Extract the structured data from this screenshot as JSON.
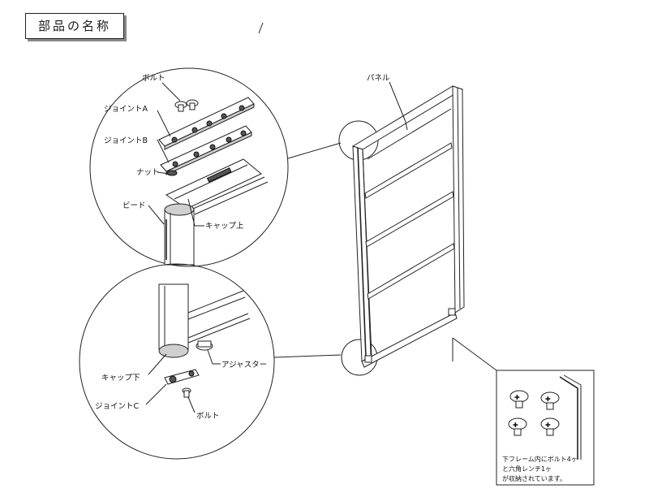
{
  "title": "部品の名称",
  "labels": {
    "bolt_top": "ボルト",
    "joint_a": "ジョイントA",
    "joint_b": "ジョイントB",
    "nut": "ナット",
    "bead": "ビード",
    "cap_top": "キャップ上",
    "panel": "パネル",
    "cap_bottom": "キャップ下",
    "adjuster": "アジャスター",
    "joint_c": "ジョイントC",
    "bolt_bottom": "ボルト"
  },
  "note_lines": [
    "下フレーム内にボルト4ヶ",
    "と六角レンチ1ヶ",
    "が収納されています。"
  ]
}
